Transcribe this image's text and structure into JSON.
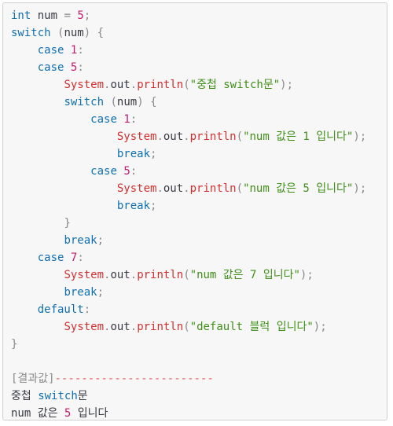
{
  "code_lines": [
    {
      "tokens": [
        {
          "t": "int",
          "c": "kw"
        },
        {
          "t": " num ",
          "c": "plain"
        },
        {
          "t": "=",
          "c": "punc"
        },
        {
          "t": " ",
          "c": "plain"
        },
        {
          "t": "5",
          "c": "num"
        },
        {
          "t": ";",
          "c": "punc"
        }
      ]
    },
    {
      "tokens": [
        {
          "t": "switch",
          "c": "kw"
        },
        {
          "t": " ",
          "c": "plain"
        },
        {
          "t": "(",
          "c": "punc"
        },
        {
          "t": "num",
          "c": "plain"
        },
        {
          "t": ")",
          "c": "punc"
        },
        {
          "t": " ",
          "c": "plain"
        },
        {
          "t": "{",
          "c": "punc"
        }
      ]
    },
    {
      "tokens": [
        {
          "t": "    ",
          "c": "plain"
        },
        {
          "t": "case",
          "c": "kw"
        },
        {
          "t": " ",
          "c": "plain"
        },
        {
          "t": "1",
          "c": "num"
        },
        {
          "t": ":",
          "c": "punc"
        }
      ]
    },
    {
      "tokens": [
        {
          "t": "    ",
          "c": "plain"
        },
        {
          "t": "case",
          "c": "kw"
        },
        {
          "t": " ",
          "c": "plain"
        },
        {
          "t": "5",
          "c": "num"
        },
        {
          "t": ":",
          "c": "punc"
        }
      ]
    },
    {
      "tokens": [
        {
          "t": "        ",
          "c": "plain"
        },
        {
          "t": "System",
          "c": "cls"
        },
        {
          "t": ".",
          "c": "punc"
        },
        {
          "t": "out",
          "c": "plain"
        },
        {
          "t": ".",
          "c": "punc"
        },
        {
          "t": "println",
          "c": "fn"
        },
        {
          "t": "(",
          "c": "punc"
        },
        {
          "t": "\"중첩 switch문\"",
          "c": "str"
        },
        {
          "t": ");",
          "c": "punc"
        }
      ]
    },
    {
      "tokens": [
        {
          "t": "        ",
          "c": "plain"
        },
        {
          "t": "switch",
          "c": "kw"
        },
        {
          "t": " ",
          "c": "plain"
        },
        {
          "t": "(",
          "c": "punc"
        },
        {
          "t": "num",
          "c": "plain"
        },
        {
          "t": ")",
          "c": "punc"
        },
        {
          "t": " ",
          "c": "plain"
        },
        {
          "t": "{",
          "c": "punc"
        }
      ]
    },
    {
      "tokens": [
        {
          "t": "            ",
          "c": "plain"
        },
        {
          "t": "case",
          "c": "kw"
        },
        {
          "t": " ",
          "c": "plain"
        },
        {
          "t": "1",
          "c": "num"
        },
        {
          "t": ":",
          "c": "punc"
        }
      ]
    },
    {
      "tokens": [
        {
          "t": "                ",
          "c": "plain"
        },
        {
          "t": "System",
          "c": "cls"
        },
        {
          "t": ".",
          "c": "punc"
        },
        {
          "t": "out",
          "c": "plain"
        },
        {
          "t": ".",
          "c": "punc"
        },
        {
          "t": "println",
          "c": "fn"
        },
        {
          "t": "(",
          "c": "punc"
        },
        {
          "t": "\"num 값은 1 입니다\"",
          "c": "str"
        },
        {
          "t": ");",
          "c": "punc"
        }
      ]
    },
    {
      "tokens": [
        {
          "t": "                ",
          "c": "plain"
        },
        {
          "t": "break",
          "c": "kw"
        },
        {
          "t": ";",
          "c": "punc"
        }
      ]
    },
    {
      "tokens": [
        {
          "t": "            ",
          "c": "plain"
        },
        {
          "t": "case",
          "c": "kw"
        },
        {
          "t": " ",
          "c": "plain"
        },
        {
          "t": "5",
          "c": "num"
        },
        {
          "t": ":",
          "c": "punc"
        }
      ]
    },
    {
      "tokens": [
        {
          "t": "                ",
          "c": "plain"
        },
        {
          "t": "System",
          "c": "cls"
        },
        {
          "t": ".",
          "c": "punc"
        },
        {
          "t": "out",
          "c": "plain"
        },
        {
          "t": ".",
          "c": "punc"
        },
        {
          "t": "println",
          "c": "fn"
        },
        {
          "t": "(",
          "c": "punc"
        },
        {
          "t": "\"num 값은 5 입니다\"",
          "c": "str"
        },
        {
          "t": ");",
          "c": "punc"
        }
      ]
    },
    {
      "tokens": [
        {
          "t": "                ",
          "c": "plain"
        },
        {
          "t": "break",
          "c": "kw"
        },
        {
          "t": ";",
          "c": "punc"
        }
      ]
    },
    {
      "tokens": [
        {
          "t": "        ",
          "c": "plain"
        },
        {
          "t": "}",
          "c": "punc"
        }
      ]
    },
    {
      "tokens": [
        {
          "t": "        ",
          "c": "plain"
        },
        {
          "t": "break",
          "c": "kw"
        },
        {
          "t": ";",
          "c": "punc"
        }
      ]
    },
    {
      "tokens": [
        {
          "t": "    ",
          "c": "plain"
        },
        {
          "t": "case",
          "c": "kw"
        },
        {
          "t": " ",
          "c": "plain"
        },
        {
          "t": "7",
          "c": "num"
        },
        {
          "t": ":",
          "c": "punc"
        }
      ]
    },
    {
      "tokens": [
        {
          "t": "        ",
          "c": "plain"
        },
        {
          "t": "System",
          "c": "cls"
        },
        {
          "t": ".",
          "c": "punc"
        },
        {
          "t": "out",
          "c": "plain"
        },
        {
          "t": ".",
          "c": "punc"
        },
        {
          "t": "println",
          "c": "fn"
        },
        {
          "t": "(",
          "c": "punc"
        },
        {
          "t": "\"num 값은 7 입니다\"",
          "c": "str"
        },
        {
          "t": ");",
          "c": "punc"
        }
      ]
    },
    {
      "tokens": [
        {
          "t": "        ",
          "c": "plain"
        },
        {
          "t": "break",
          "c": "kw"
        },
        {
          "t": ";",
          "c": "punc"
        }
      ]
    },
    {
      "tokens": [
        {
          "t": "    ",
          "c": "plain"
        },
        {
          "t": "default",
          "c": "kw"
        },
        {
          "t": ":",
          "c": "punc"
        }
      ]
    },
    {
      "tokens": [
        {
          "t": "        ",
          "c": "plain"
        },
        {
          "t": "System",
          "c": "cls"
        },
        {
          "t": ".",
          "c": "punc"
        },
        {
          "t": "out",
          "c": "plain"
        },
        {
          "t": ".",
          "c": "punc"
        },
        {
          "t": "println",
          "c": "fn"
        },
        {
          "t": "(",
          "c": "punc"
        },
        {
          "t": "\"default 블럭 입니다\"",
          "c": "str"
        },
        {
          "t": ");",
          "c": "punc"
        }
      ]
    },
    {
      "tokens": [
        {
          "t": "}",
          "c": "punc"
        }
      ]
    },
    {
      "tokens": [
        {
          "t": " ",
          "c": "plain"
        }
      ]
    },
    {
      "tokens": [
        {
          "t": "[결과값]",
          "c": "label"
        },
        {
          "t": "------------------------",
          "c": "dash"
        }
      ]
    },
    {
      "tokens": [
        {
          "t": "중첩 ",
          "c": "plain"
        },
        {
          "t": "switch",
          "c": "out-kw"
        },
        {
          "t": "문",
          "c": "plain"
        }
      ]
    },
    {
      "tokens": [
        {
          "t": "num 값은 ",
          "c": "plain"
        },
        {
          "t": "5",
          "c": "out-num"
        },
        {
          "t": " 입니다",
          "c": "plain"
        }
      ]
    }
  ]
}
